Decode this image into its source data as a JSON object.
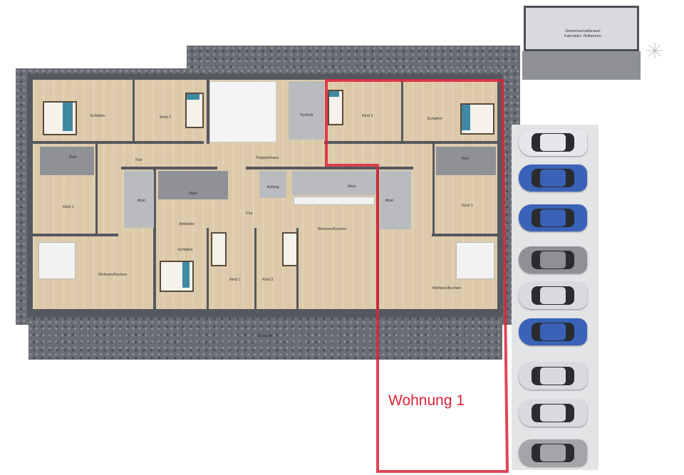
{
  "plan": {
    "rooms": [
      {
        "label": "Schlafen"
      },
      {
        "label": "Kind 2"
      },
      {
        "label": "Technik"
      },
      {
        "label": "Kind 2"
      },
      {
        "label": "Schlafen"
      },
      {
        "label": "Bad"
      },
      {
        "label": "Flur"
      },
      {
        "label": "Treppenhaus"
      },
      {
        "label": "Bad"
      },
      {
        "label": "Abst."
      },
      {
        "label": "Bad"
      },
      {
        "label": "Aufzug"
      },
      {
        "label": "Abst."
      },
      {
        "label": "Abst."
      },
      {
        "label": "Kind 1"
      },
      {
        "label": "Flur"
      },
      {
        "label": "Kind 1"
      },
      {
        "label": "Ankleide"
      },
      {
        "label": "Wohnen/Kochen"
      },
      {
        "label": "Schlafen"
      },
      {
        "label": "Wohnen/Kochen"
      },
      {
        "label": "Kind 1"
      },
      {
        "label": "Kind 2"
      },
      {
        "label": "Wohnen/Kochen"
      },
      {
        "label": "Terrasse"
      }
    ],
    "garage": {
      "line1": "Gemeinschaftsraum",
      "line2": "Fahrräder, Rollatoren"
    },
    "unit_highlight": {
      "label": "Wohnung 1",
      "color": "#d9243a"
    },
    "parking": {
      "car_colors": [
        "#e6e7ea",
        "#3a62b8",
        "#3a62b8",
        "#8e9095",
        "#d9dadf",
        "#3a62b8",
        "#d9dadf",
        "#d9dadf",
        "#a3a5a9"
      ]
    },
    "icons": [
      "compass-icon"
    ]
  }
}
